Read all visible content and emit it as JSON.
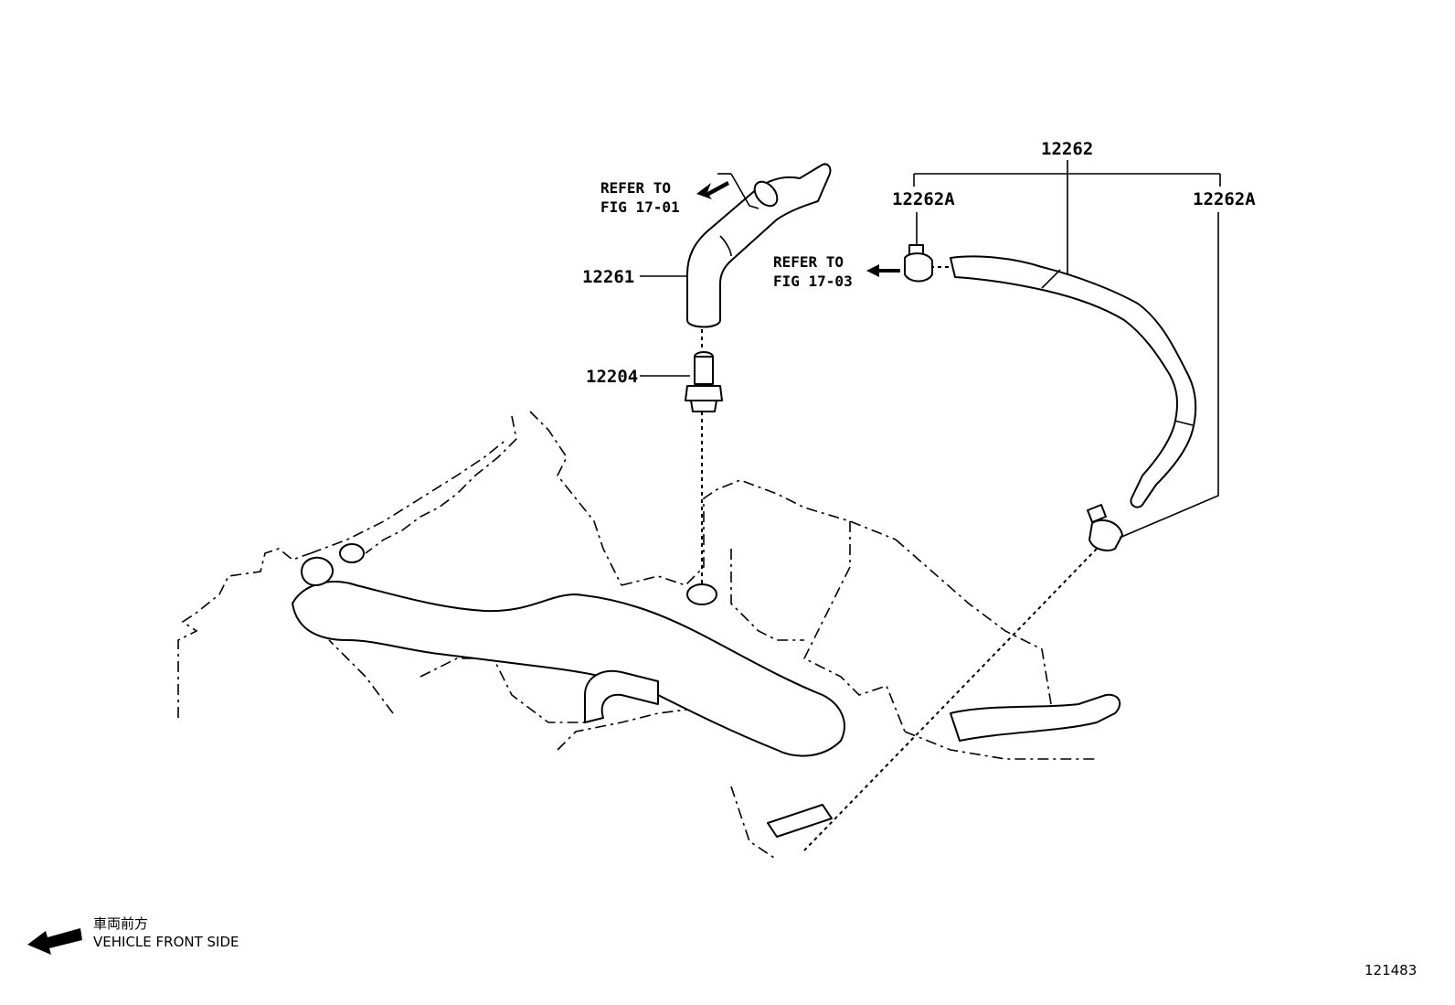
{
  "parts": {
    "p12261": "12261",
    "p12204": "12204",
    "p12262": "12262",
    "p12262a_left": "12262A",
    "p12262a_right": "12262A"
  },
  "references": {
    "ref1_line1": "REFER TO",
    "ref1_line2": "FIG 17-01",
    "ref2_line1": "REFER TO",
    "ref2_line2": "FIG 17-03"
  },
  "orientation": {
    "jp": "車両前方",
    "en": "VEHICLE FRONT SIDE"
  },
  "figure_number": "121483"
}
